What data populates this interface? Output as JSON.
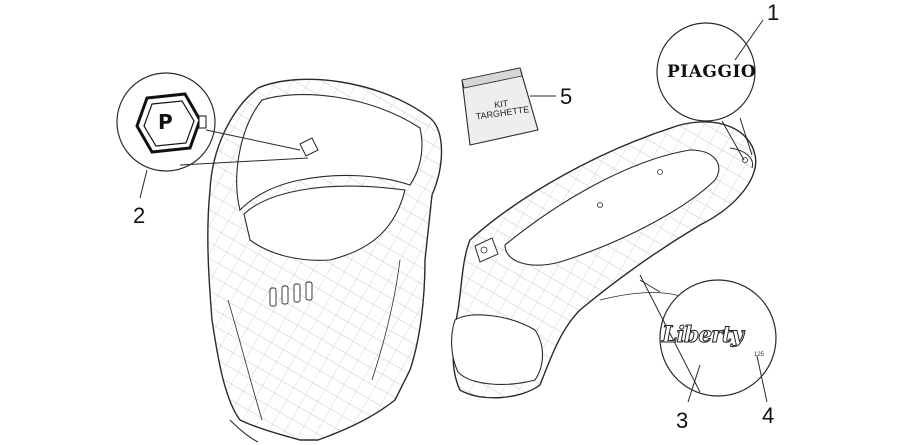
{
  "callouts": [
    "1",
    "2",
    "3",
    "4",
    "5"
  ],
  "badges": {
    "brand": "PIAGGIO",
    "monogram": "P",
    "kit_line1": "KIT",
    "kit_line2": "TARGHETTE",
    "model": "Liberty",
    "model_code": "125"
  },
  "colors": {
    "line": "#2a2a2a",
    "hatch": "#9a9a9a"
  }
}
